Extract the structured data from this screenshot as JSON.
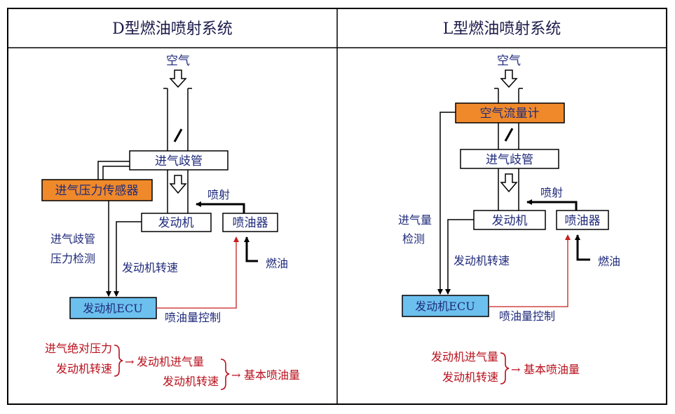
{
  "colors": {
    "frame": "#000000",
    "title_text": "#1a1a4a",
    "blue_text": "#1f2a7a",
    "red_text": "#b8101c",
    "sensor_fill": "#f0892a",
    "ecu_fill": "#6cc0ee",
    "red_line": "#c81e1e"
  },
  "left_panel": {
    "title": "D型燃油喷射系统",
    "air_label": "空气",
    "intake_manifold": "进气歧管",
    "pressure_sensor": "进气压力传感器",
    "injection_label": "喷射",
    "engine": "发动机",
    "injector": "喷油器",
    "manifold_pressure_line1": "进气歧管",
    "manifold_pressure_line2": "压力检测",
    "engine_speed": "发动机转速",
    "fuel_label": "燃油",
    "ecu": "发动机ECU",
    "injection_control": "喷油量控制",
    "formula": {
      "input1": "进气绝对压力",
      "input2": "发动机转速",
      "mid1": "发动机进气量",
      "mid2": "发动机转速",
      "result": "基本喷油量"
    }
  },
  "right_panel": {
    "title": "L型燃油喷射系统",
    "air_label": "空气",
    "airflow_meter": "空气流量计",
    "intake_manifold": "进气歧管",
    "injection_label": "喷射",
    "engine": "发动机",
    "injector": "喷油器",
    "airflow_detect_line1": "进气量",
    "airflow_detect_line2": "检测",
    "engine_speed": "发动机转速",
    "fuel_label": "燃油",
    "ecu": "发动机ECU",
    "injection_control": "喷油量控制",
    "formula": {
      "input1": "发动机进气量",
      "input2": "发动机转速",
      "result": "基本喷油量"
    }
  }
}
